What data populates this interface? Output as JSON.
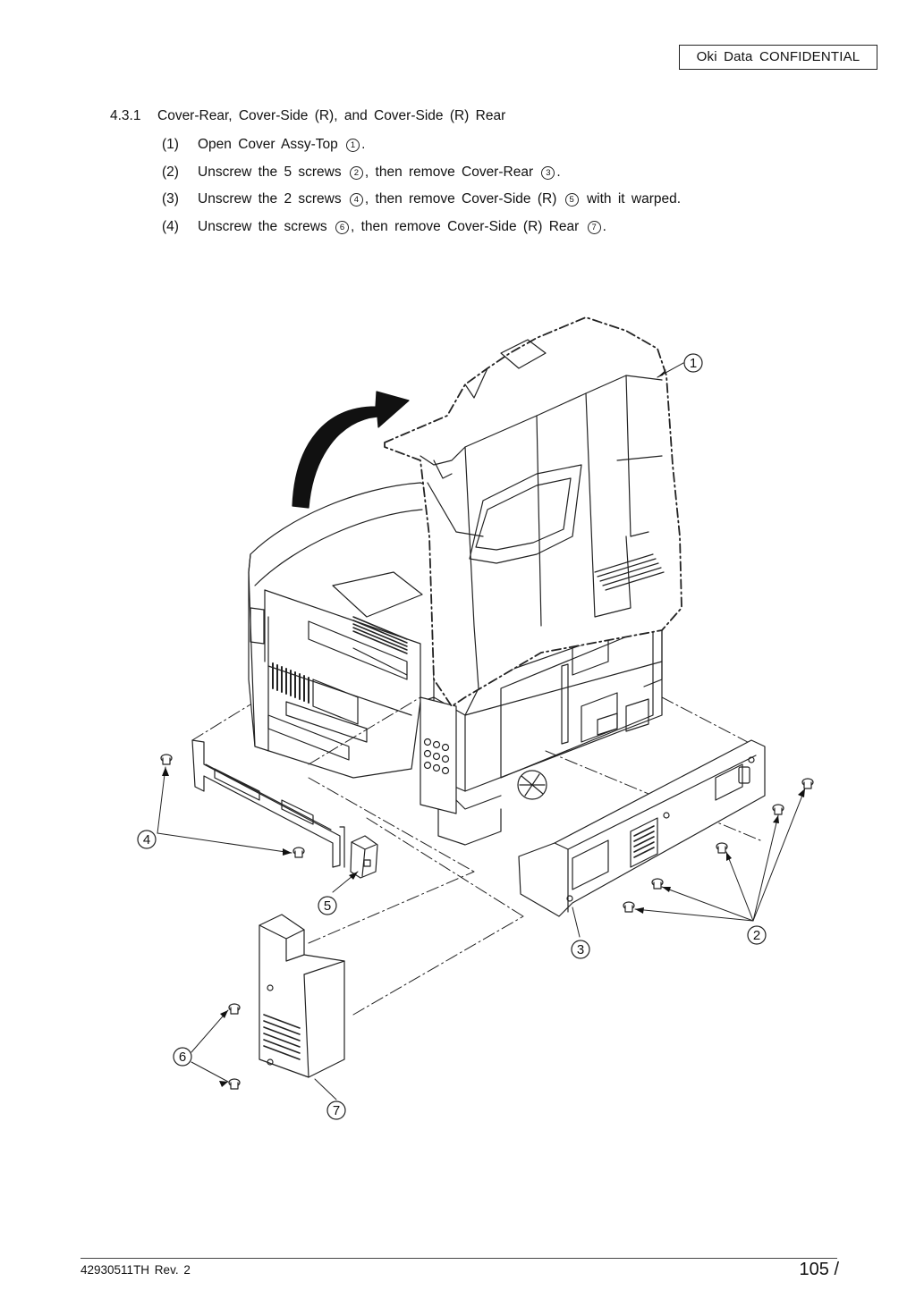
{
  "header": {
    "confidential": "Oki Data  CONFIDENTIAL"
  },
  "section": {
    "number": "4.3.1",
    "title": "Cover-Rear, Cover-Side (R), and Cover-Side (R) Rear"
  },
  "steps": [
    {
      "n": "(1)",
      "pre": "Open Cover Assy-Top",
      "c1": "1",
      "mid": ".",
      "c2": "",
      "post": ""
    },
    {
      "n": "(2)",
      "pre": "Unscrew the 5 screws",
      "c1": "2",
      "mid": ", then remove Cover-Rear",
      "c2": "3",
      "post": "."
    },
    {
      "n": "(3)",
      "pre": "Unscrew the 2 screws",
      "c1": "4",
      "mid": ", then remove Cover-Side (R)",
      "c2": "5",
      "post": "with it warped."
    },
    {
      "n": "(4)",
      "pre": "Unscrew the screws",
      "c1": "6",
      "mid": ", then remove Cover-Side (R) Rear",
      "c2": "7",
      "post": "."
    }
  ],
  "callouts": [
    "1",
    "2",
    "3",
    "4",
    "5",
    "6",
    "7"
  ],
  "footer": {
    "doc_id": "42930511TH  Rev. 2",
    "page": "105 /"
  }
}
